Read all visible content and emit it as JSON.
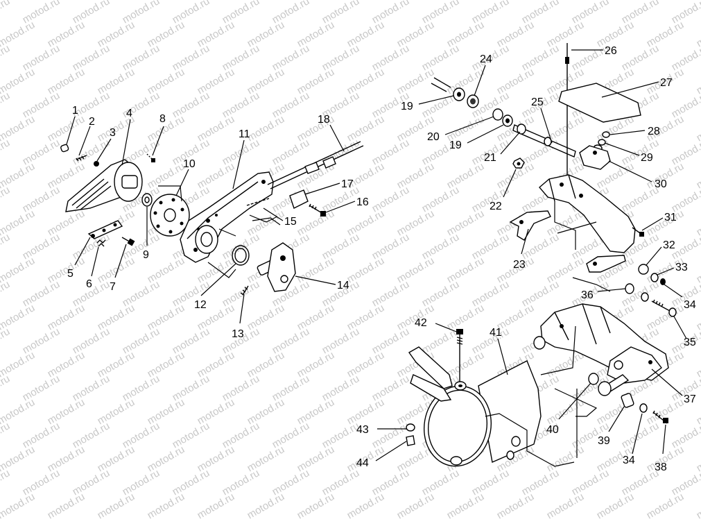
{
  "watermark": "motod.ru",
  "callouts": [
    {
      "id": "c1",
      "label": "1"
    },
    {
      "id": "c2",
      "label": "2"
    },
    {
      "id": "c3",
      "label": "3"
    },
    {
      "id": "c4",
      "label": "4"
    },
    {
      "id": "c5",
      "label": "5"
    },
    {
      "id": "c6",
      "label": "6"
    },
    {
      "id": "c7",
      "label": "7"
    },
    {
      "id": "c8",
      "label": "8"
    },
    {
      "id": "c9",
      "label": "9"
    },
    {
      "id": "c10",
      "label": "10"
    },
    {
      "id": "c11",
      "label": "11"
    },
    {
      "id": "c12",
      "label": "12"
    },
    {
      "id": "c13",
      "label": "13"
    },
    {
      "id": "c14",
      "label": "14"
    },
    {
      "id": "c15",
      "label": "15"
    },
    {
      "id": "c16",
      "label": "16"
    },
    {
      "id": "c17",
      "label": "17"
    },
    {
      "id": "c18",
      "label": "18"
    },
    {
      "id": "c19a",
      "label": "19"
    },
    {
      "id": "c19b",
      "label": "19"
    },
    {
      "id": "c20",
      "label": "20"
    },
    {
      "id": "c21",
      "label": "21"
    },
    {
      "id": "c22",
      "label": "22"
    },
    {
      "id": "c23",
      "label": "23"
    },
    {
      "id": "c24",
      "label": "24"
    },
    {
      "id": "c25",
      "label": "25"
    },
    {
      "id": "c26",
      "label": "26"
    },
    {
      "id": "c27",
      "label": "27"
    },
    {
      "id": "c28",
      "label": "28"
    },
    {
      "id": "c29",
      "label": "29"
    },
    {
      "id": "c30",
      "label": "30"
    },
    {
      "id": "c31",
      "label": "31"
    },
    {
      "id": "c32",
      "label": "32"
    },
    {
      "id": "c33",
      "label": "33"
    },
    {
      "id": "c34a",
      "label": "34"
    },
    {
      "id": "c34b",
      "label": "34"
    },
    {
      "id": "c35",
      "label": "35"
    },
    {
      "id": "c36",
      "label": "36"
    },
    {
      "id": "c37",
      "label": "37"
    },
    {
      "id": "c38",
      "label": "38"
    },
    {
      "id": "c39",
      "label": "39"
    },
    {
      "id": "c40",
      "label": "40"
    },
    {
      "id": "c41",
      "label": "41"
    },
    {
      "id": "c42",
      "label": "42"
    },
    {
      "id": "c43",
      "label": "43"
    },
    {
      "id": "c44",
      "label": "44"
    }
  ]
}
